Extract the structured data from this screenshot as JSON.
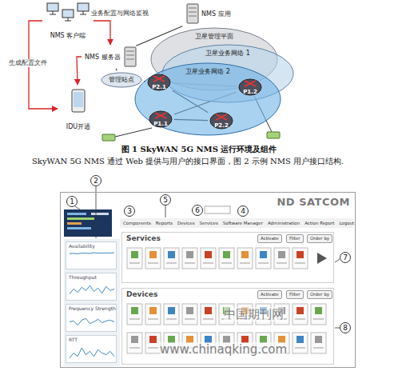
{
  "diagram": {
    "caption": "图 1 SkyWAN 5G NMS 运行环境及组件",
    "nodes": [
      {
        "text": [
          "NMS 客户端"
        ]
      },
      {
        "text": [
          "NMS 应用"
        ]
      },
      {
        "text": [
          "NMS 服务器"
        ]
      },
      {
        "text": [
          "管理站点"
        ]
      },
      {
        "text": [
          "IDU开通"
        ]
      },
      {
        "text": [
          "卫星管理平面"
        ]
      },
      {
        "text": [
          "卫星业务网络 1"
        ]
      },
      {
        "text": [
          "卫星业务网络 2"
        ]
      },
      {
        "text": [
          "P2.1"
        ],
        "in": 7
      },
      {
        "text": [
          "P1.2"
        ],
        "in": 7
      },
      {
        "text": [
          "P1.1"
        ],
        "in": 7
      },
      {
        "text": [
          "P2.2"
        ],
        "in": 7
      },
      {
        "text": [
          "ND SATCOM"
        ]
      },
      {
        "text": [
          "Availability"
        ],
        "in": 12
      },
      {
        "text": [
          "Throughput"
        ],
        "in": 12
      },
      {
        "text": [
          "Frequency Strength"
        ],
        "in": 12
      },
      {
        "text": [
          "RTT"
        ],
        "in": 12
      },
      {
        "text": [
          "Services"
        ],
        "in": 12
      },
      {
        "text": [
          "Activate"
        ],
        "in": 17
      },
      {
        "text": [
          "Filter"
        ],
        "in": 17
      },
      {
        "text": [
          "Order by"
        ],
        "in": 17
      },
      {
        "text": [
          "Devices"
        ],
        "in": 12
      },
      {
        "text": [
          "Activate"
        ],
        "in": 21
      },
      {
        "text": [
          "Filter"
        ],
        "in": 21
      },
      {
        "text": [
          "Order by"
        ],
        "in": 21
      }
    ],
    "edges": [
      {
        "from": 0,
        "to": 2,
        "label": "业务配置与网络监视",
        "arrow": "to"
      },
      {
        "from": 2,
        "to": 1,
        "arrow": "none"
      },
      {
        "from": 0,
        "to": 4,
        "label": "生成配置文件",
        "arrow": "to"
      },
      {
        "from": 2,
        "to": 4,
        "arrow": "to"
      },
      {
        "from": 2,
        "to": 3,
        "arrow": "none"
      },
      {
        "from": 3,
        "to": 8,
        "arrow": "none"
      },
      {
        "from": 8,
        "to": 9,
        "arrow": "none"
      },
      {
        "from": 8,
        "to": 11,
        "arrow": "none"
      },
      {
        "from": 10,
        "to": 9,
        "arrow": "none"
      },
      {
        "from": 10,
        "to": 11,
        "arrow": "none"
      }
    ],
    "labels": [
      "1",
      "2",
      "3",
      "4",
      "5",
      "6",
      "7",
      "8",
      "Components",
      "Reports",
      "Devices",
      "Services",
      "Software Manager",
      "Administration",
      "Action Report",
      "Logout",
      "SkyWAN 5G NMS 通过 Web 提供与用户的接口界面，图 2 示例 NMS 用户接口结构.",
      "中国期刊网",
      "www.chinaqking.com"
    ]
  }
}
